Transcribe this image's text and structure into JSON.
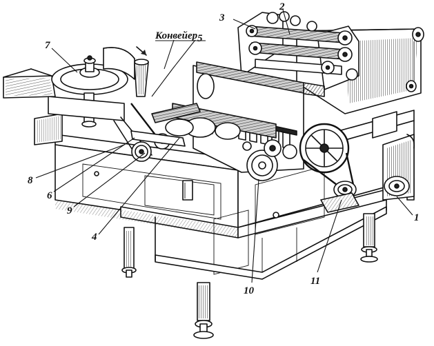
{
  "conveyor_label": "Конвейер",
  "callouts": [
    {
      "id": "1",
      "text": "1"
    },
    {
      "id": "2",
      "text": "2"
    },
    {
      "id": "3",
      "text": "3"
    },
    {
      "id": "4",
      "text": "4"
    },
    {
      "id": "5",
      "text": "5"
    },
    {
      "id": "6",
      "text": "6"
    },
    {
      "id": "7",
      "text": "7"
    },
    {
      "id": "8",
      "text": "8"
    },
    {
      "id": "9",
      "text": "9"
    },
    {
      "id": "10",
      "text": "10"
    },
    {
      "id": "11",
      "text": "11"
    }
  ]
}
